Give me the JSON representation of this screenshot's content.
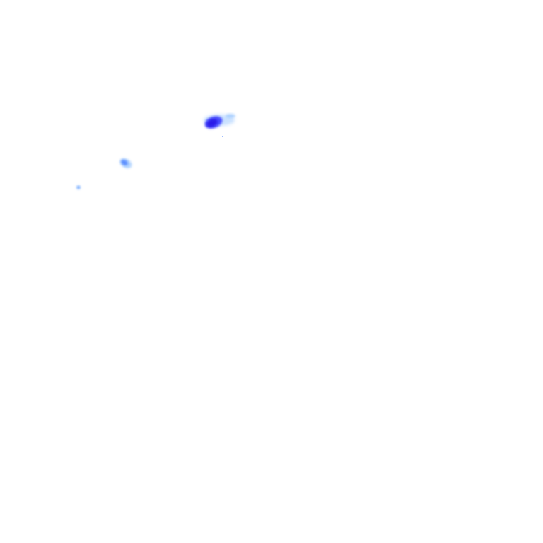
{
  "map": {
    "background": "#ffffff",
    "layer": "precipitation-radar",
    "palette": {
      "light": "#9ec9ff",
      "medium": "#5a8cff",
      "heavy": "#3a3dff",
      "intense": "#2a1fe8"
    },
    "cells": [
      {
        "name": "cell-main",
        "intensity": "intense"
      },
      {
        "name": "cell-secondary",
        "intensity": "medium"
      },
      {
        "name": "cell-small",
        "intensity": "light"
      }
    ]
  }
}
